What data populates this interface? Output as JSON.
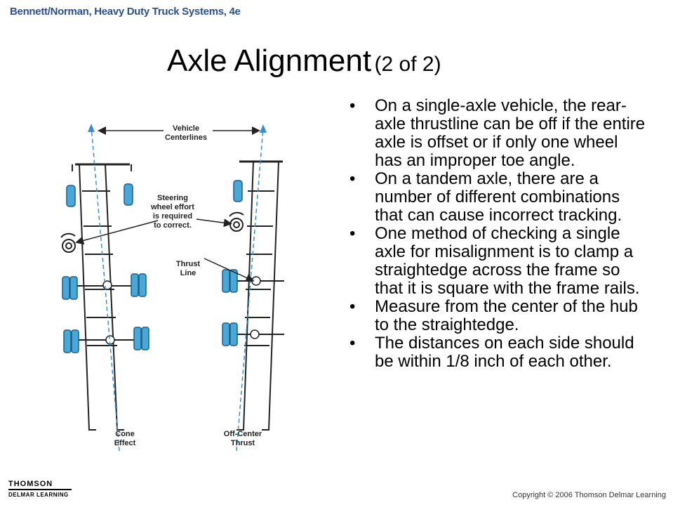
{
  "header_note": "Bennett/Norman, Heavy Duty Truck Systems, 4e",
  "title": {
    "main": "Axle Alignment",
    "sub": "(2 of 2)"
  },
  "bullets": [
    "On a single-axle vehicle, the rear-axle thrustline can be off if the entire axle is offset or if only one wheel has an improper toe angle.",
    "On a tandem axle, there are a number of different combinations that can cause incorrect tracking.",
    "One method of checking a single axle for misalignment is to clamp a straightedge across the frame so that it is square with the frame rails.",
    "Measure from the center of the hub to the straightedge.",
    "The distances on each side should be within 1/8 inch of each other."
  ],
  "figure": {
    "label_centerlines": "Vehicle Centerlines",
    "label_steering": "Steering wheel effort is required to correct.",
    "label_thrust": "Thrust Line",
    "label_cone": "Cone Effect",
    "label_offcenter": "Off-Center Thrust",
    "colors": {
      "wheel": "#4aa8d8",
      "centerline": "#3a8fd0",
      "frame": "#222222"
    }
  },
  "footer": {
    "logo_top": "THOMSON",
    "logo_bottom": "DELMAR LEARNING",
    "copyright": "Copyright © 2006 Thomson Delmar Learning"
  }
}
